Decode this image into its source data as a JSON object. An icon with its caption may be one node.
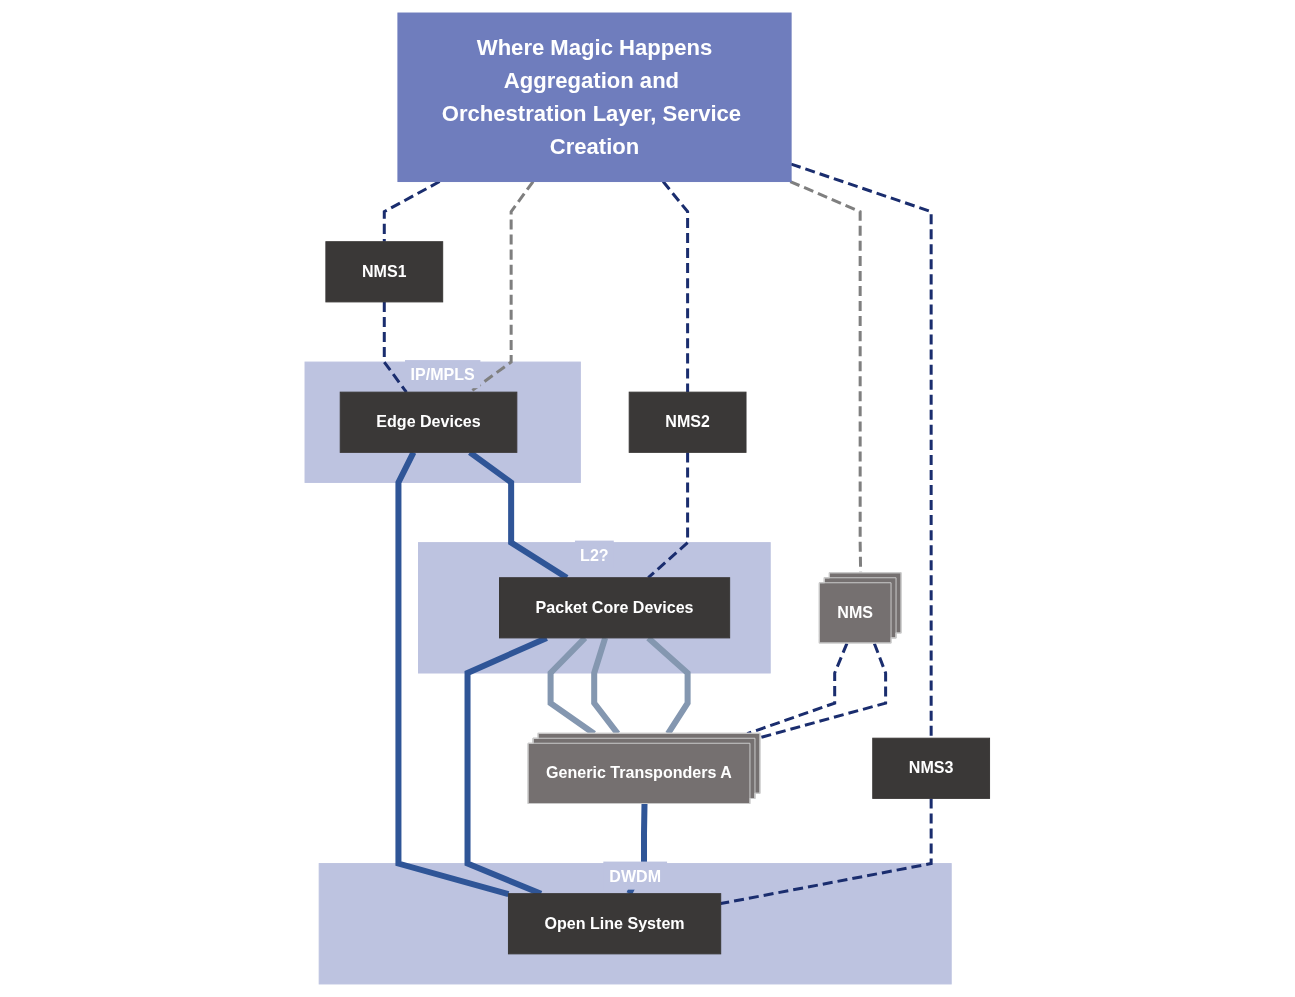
{
  "diagram": {
    "nodes": [
      {
        "text": [
          "Where Magic Happens",
          "Aggregation and Orchestration Layer, Service Creation"
        ]
      },
      {
        "text": [
          "NMS1"
        ]
      },
      {
        "text": [
          "NMS2"
        ]
      },
      {
        "text": [
          "NMS"
        ]
      },
      {
        "text": [
          "NMS3"
        ]
      },
      {
        "text": [
          "IP/MPLS"
        ]
      },
      {
        "text": [
          "Edge Devices"
        ],
        "in": 5
      },
      {
        "text": [
          "L2?"
        ]
      },
      {
        "text": [
          "Packet Core Devices"
        ],
        "in": 7
      },
      {
        "text": [
          "Generic Transponders A"
        ]
      },
      {
        "text": [
          "DWDM"
        ]
      },
      {
        "text": [
          "Open Line System"
        ],
        "in": 10
      }
    ],
    "edges": [
      {
        "from": 0,
        "to": 1,
        "arrow": "none",
        "style": "dashed"
      },
      {
        "from": 1,
        "to": 6,
        "arrow": "none",
        "style": "dashed"
      },
      {
        "from": 0,
        "to": 6,
        "arrow": "none",
        "style": "dashed",
        "color": "#7f7f7f"
      },
      {
        "from": 0,
        "to": 2,
        "arrow": "none",
        "style": "dashed"
      },
      {
        "from": 2,
        "to": 8,
        "arrow": "none",
        "style": "dashed"
      },
      {
        "from": 0,
        "to": 3,
        "arrow": "none",
        "style": "dashed",
        "color": "#7f7f7f"
      },
      {
        "from": 3,
        "to": 9,
        "arrow": "none",
        "style": "dashed"
      },
      {
        "from": 3,
        "to": 9,
        "arrow": "none",
        "style": "dashed"
      },
      {
        "from": 0,
        "to": 4,
        "arrow": "none",
        "style": "dashed"
      },
      {
        "from": 4,
        "to": 11,
        "arrow": "none",
        "style": "dashed"
      },
      {
        "from": 6,
        "to": 11,
        "arrow": "none",
        "style": "thick",
        "color": "#2f5597"
      },
      {
        "from": 6,
        "to": 8,
        "arrow": "none",
        "style": "thick",
        "color": "#2f5597"
      },
      {
        "from": 8,
        "to": 11,
        "arrow": "none",
        "style": "thick",
        "color": "#2f5597"
      },
      {
        "from": 8,
        "to": 9,
        "arrow": "none",
        "style": "thick",
        "color": "#8497b0"
      },
      {
        "from": 8,
        "to": 9,
        "arrow": "none",
        "style": "thick",
        "color": "#8497b0"
      },
      {
        "from": 8,
        "to": 9,
        "arrow": "none",
        "style": "thick",
        "color": "#8497b0"
      },
      {
        "from": 9,
        "to": 11,
        "arrow": "none",
        "style": "thick",
        "color": "#2f5597"
      }
    ]
  }
}
